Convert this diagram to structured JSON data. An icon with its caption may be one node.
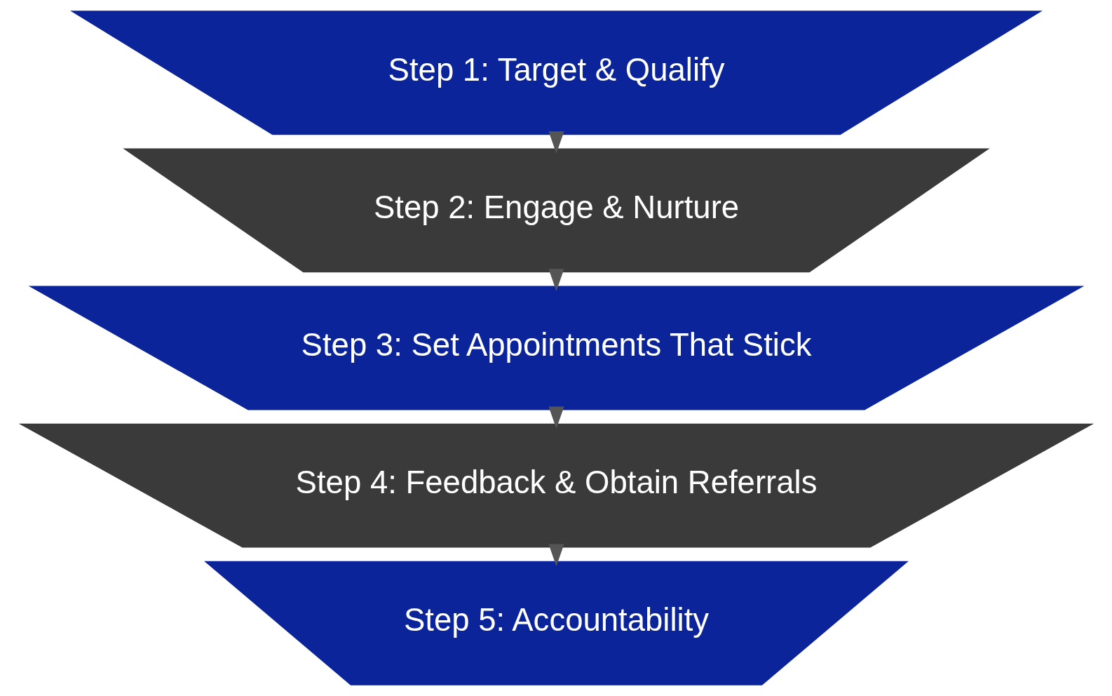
{
  "diagram": {
    "nodes": [
      {
        "text": [
          "Step 1: Target & Qualify"
        ]
      },
      {
        "text": [
          "Step 2: Engage & Nurture"
        ]
      },
      {
        "text": [
          "Step 3: Set Appointments That Stick"
        ]
      },
      {
        "text": [
          "Step 4: Feedback & Obtain Referrals"
        ]
      },
      {
        "text": [
          "Step 5: Accountability"
        ]
      }
    ],
    "edges": [
      {
        "from": 0,
        "to": 1,
        "arrow": "to"
      },
      {
        "from": 1,
        "to": 2,
        "arrow": "to"
      },
      {
        "from": 2,
        "to": 3,
        "arrow": "to"
      },
      {
        "from": 3,
        "to": 4,
        "arrow": "to"
      }
    ]
  }
}
